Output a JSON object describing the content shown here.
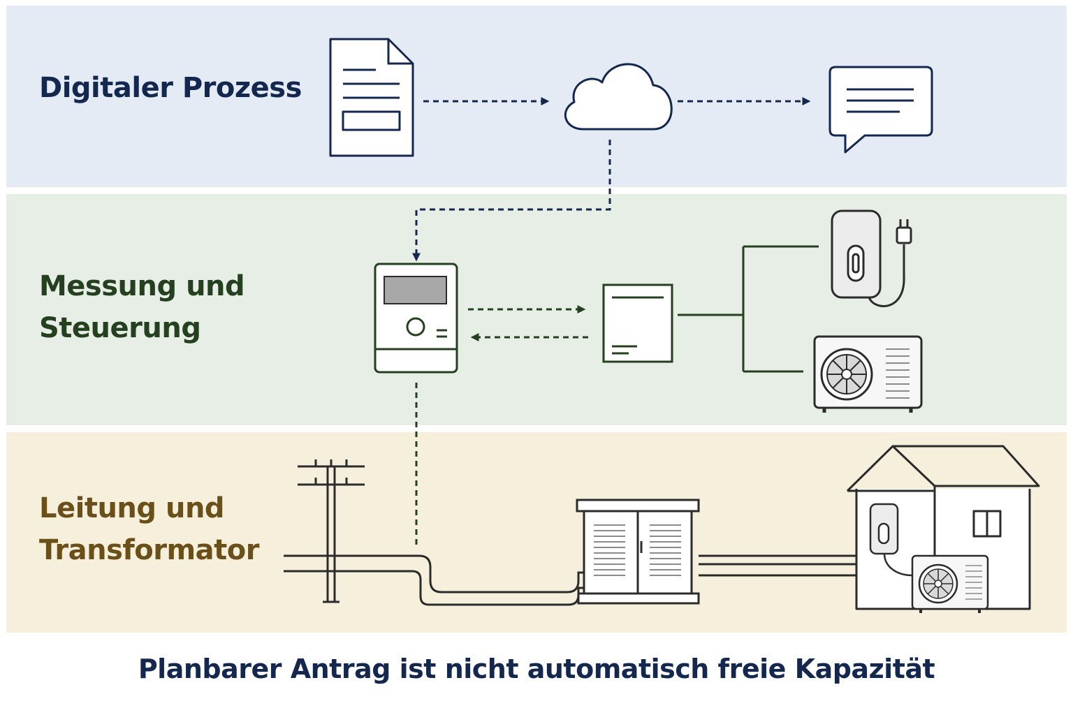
{
  "colors": {
    "band_digital": "#e4ebf5",
    "band_measure": "#e6eee6",
    "band_line": "#f6efdc",
    "navy": "#14284f",
    "green": "#24401f",
    "brown": "#6b4f18",
    "line_dark": "#2b2b2b"
  },
  "bands": {
    "digital": {
      "label": "Digitaler Prozess"
    },
    "measure": {
      "label_line1": "Messung und",
      "label_line2": "Steuerung"
    },
    "line": {
      "label_line1": "Leitung und",
      "label_line2": "Transformator"
    }
  },
  "icons": {
    "digital": [
      "document-icon",
      "cloud-icon",
      "chat-message-icon"
    ],
    "measure": [
      "smart-meter-icon",
      "control-box-icon",
      "wallbox-charger-icon",
      "heat-pump-icon"
    ],
    "line": [
      "power-pole-icon",
      "transformer-station-icon",
      "house-icon"
    ]
  },
  "caption": "Planbarer Antrag ist nicht automatisch freie Kapazität"
}
